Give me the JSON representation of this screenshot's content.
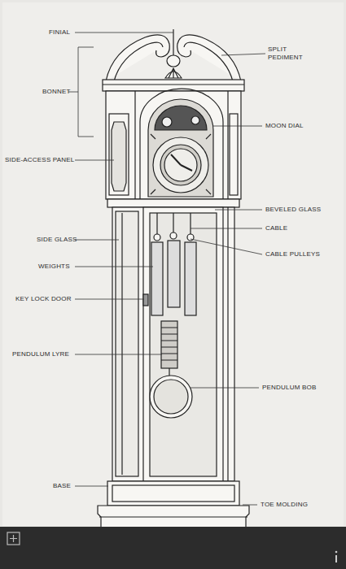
{
  "diagram": {
    "labels": [
      "FINIAL",
      "SPLIT PEDIMENT",
      "BONNET",
      "MOON DIAL",
      "SIDE-ACCESS PANEL",
      "BEVELED GLASS",
      "CABLE",
      "SIDE GLASS",
      "CABLE PULLEYS",
      "WEIGHTS",
      "KEY LOCK DOOR",
      "PENDULUM LYRE",
      "PENDULUM BOB",
      "BASE",
      "TOE MOLDING"
    ]
  }
}
